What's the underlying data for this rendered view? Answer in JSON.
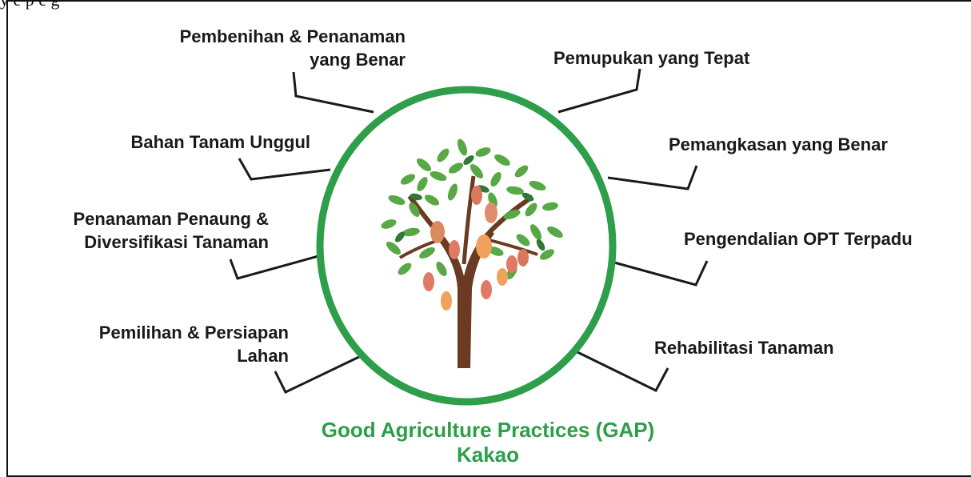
{
  "top_clipped_text": "y  e  p              e        g",
  "diagram": {
    "title_line1": "Good Agriculture Practices (GAP)",
    "title_line2": "Kakao",
    "accent_color": "#2e9e4a",
    "leader_color": "#1a1a1a",
    "center_icon": "cacao-tree-icon",
    "left_labels": [
      {
        "line1": "Pembenihan & Penanaman",
        "line2": "yang Benar"
      },
      {
        "line1": "Bahan Tanam Unggul",
        "line2": ""
      },
      {
        "line1": "Penanaman Penaung &",
        "line2": "Diversifikasi Tanaman"
      },
      {
        "line1": "Pemilihan & Persiapan",
        "line2": "Lahan"
      }
    ],
    "right_labels": [
      {
        "line1": "Pemupukan yang Tepat"
      },
      {
        "line1": "Pemangkasan yang Benar"
      },
      {
        "line1": "Pengendalian OPT Terpadu"
      },
      {
        "line1": "Rehabilitasi Tanaman"
      }
    ]
  }
}
